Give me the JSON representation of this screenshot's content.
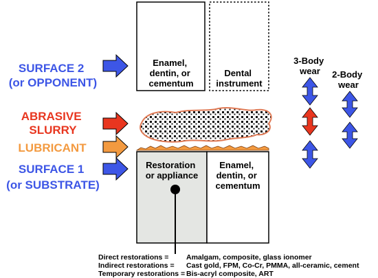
{
  "colors": {
    "blue": "#3d56e6",
    "red": "#e8361f",
    "orange": "#f39a40",
    "appliance_fill": "#e4e6e3",
    "slurry_border": "#e07a55"
  },
  "left_labels": {
    "surface2_line1": "SURFACE 2",
    "surface2_line2": "(or OPPONENT)",
    "slurry_line1": "ABRASIVE",
    "slurry_line2": "SLURRY",
    "lubricant": "LUBRICANT",
    "surface1_line1": "SURFACE 1",
    "surface1_line2": "(or SUBSTRATE)"
  },
  "top_boxes": {
    "enamel_line1": "Enamel,",
    "enamel_line2": "dentin, or",
    "enamel_line3": "cementum",
    "instrument_line1": "Dental",
    "instrument_line2": "instrument"
  },
  "bottom_boxes": {
    "restoration_line1": "Restoration",
    "restoration_line2": "or appliance",
    "enamel_line1": "Enamel,",
    "enamel_line2": "dentin, or",
    "enamel_line3": "cementum"
  },
  "wear": {
    "three_body_line1": "3-Body",
    "three_body_line2": "wear",
    "two_body_line1": "2-Body",
    "two_body_line2": "wear"
  },
  "restoration_list": [
    {
      "label": "Direct restorations =",
      "value": "Amalgam, composite, glass ionomer"
    },
    {
      "label": "Indirect restorations =",
      "value": "Cast gold, FPM, Co-Cr, PMMA, all-ceramic, cement"
    },
    {
      "label": "Temporary restorations =",
      "value": "Bis-acryl composite, ART"
    }
  ]
}
